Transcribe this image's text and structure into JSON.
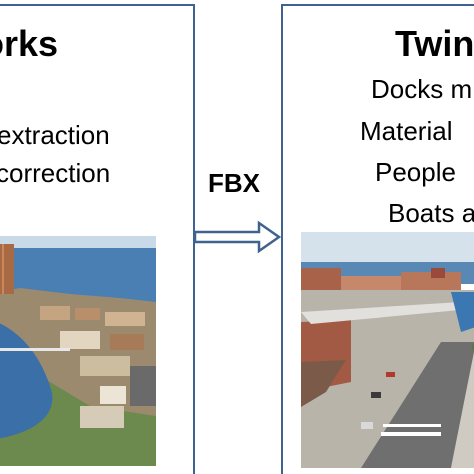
{
  "left_panel": {
    "title": "orks",
    "lines": [
      "extraction",
      "correction"
    ]
  },
  "connector": {
    "label": "FBX"
  },
  "right_panel": {
    "title": "Twin",
    "lines": [
      "Docks m",
      "Material",
      "People",
      "Boats a"
    ]
  },
  "colors": {
    "panel_border": "#3f6290",
    "arrow": "#3f6290",
    "water": "#3a6fa8",
    "sky": "#c9d9e8"
  }
}
